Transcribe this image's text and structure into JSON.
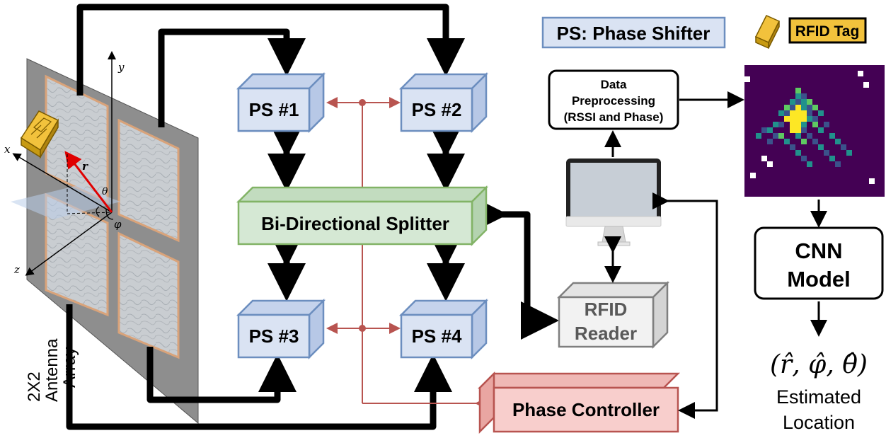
{
  "legend": {
    "ps_definition": "PS: Phase Shifter",
    "rfid_tag_label": "RFID Tag"
  },
  "phase_shifters": [
    "PS #1",
    "PS #2",
    "PS #3",
    "PS #4"
  ],
  "splitter_label": "Bi-Directional Splitter",
  "rfid_reader": {
    "line1": "RFID",
    "line2": "Reader"
  },
  "phase_controller_label": "Phase Controller",
  "preprocessing": {
    "line1": "Data",
    "line2": "Preprocessing",
    "line3": "(RSSI and Phase)"
  },
  "cnn": {
    "line1": "CNN",
    "line2": "Model"
  },
  "output": {
    "formula": "(r̂, φ̂, θ̂)",
    "line1": "Estimated",
    "line2": "Location"
  },
  "antenna_array": {
    "line1": "2X2",
    "line2": "Antenna",
    "line3": "Array"
  },
  "axes": {
    "x": "x",
    "y": "y",
    "z": "z",
    "r": "r",
    "theta": "θ",
    "phi": "φ"
  },
  "colors": {
    "ps_fill": "#dae3f3",
    "ps_stroke": "#6c8ebf",
    "splitter_fill": "#d5e8d4",
    "splitter_stroke": "#82b366",
    "controller_fill": "#f8cecc",
    "controller_stroke": "#b85450",
    "reader_fill": "#f2f2f2",
    "reader_stroke": "#7f7f7f",
    "tag_fill": "#f2c23c",
    "heatmap_bg": "#440154"
  }
}
